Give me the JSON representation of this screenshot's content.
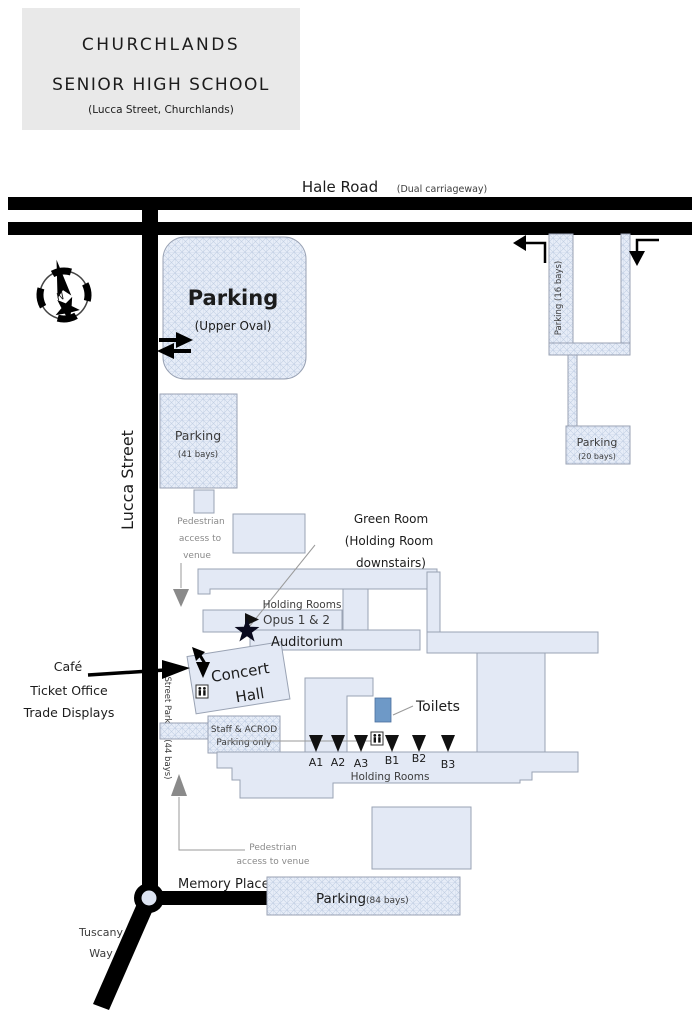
{
  "title": {
    "line1": "CHURCHLANDS",
    "line2": "SENIOR HIGH SCHOOL",
    "line3": "(Lucca Street, Churchlands)"
  },
  "roads": {
    "hale": "Hale Road",
    "hale_sub": "(Dual carriageway)",
    "lucca": "Lucca Street",
    "street_parking": "Street Parking (44 bays)",
    "memory": "Memory Place",
    "tuscany_line1": "Tuscany",
    "tuscany_line2": "Way"
  },
  "compass": {
    "north": "N"
  },
  "parking": {
    "upper_oval_title": "Parking",
    "upper_oval_sub": "(Upper Oval)",
    "p41_title": "Parking",
    "p41_sub": "(41 bays)",
    "p16_label": "Parking (16 bays)",
    "p20_title": "Parking",
    "p20_sub": "(20 bays)",
    "p84_title": "Parking",
    "p84_sub": "(84 bays)",
    "staff_line1": "Staff & ACROD",
    "staff_line2": "Parking only"
  },
  "venue": {
    "green_room_line1": "Green Room",
    "green_room_line2": "(Holding Room",
    "green_room_line3": "downstairs)",
    "holding_rooms_top": "Holding Rooms",
    "opus": "Opus 1 & 2",
    "auditorium": "Auditorium",
    "concert_line1": "Concert",
    "concert_line2": "Hall",
    "toilets": "Toilets",
    "holding_rooms_bottom": "Holding Rooms",
    "doors": [
      "A1",
      "A2",
      "A3",
      "B1",
      "B2",
      "B3"
    ]
  },
  "annotations": {
    "cafe_line1": "Café",
    "cafe_line2": "Ticket Office",
    "cafe_line3": "Trade Displays",
    "ped_top_line1": "Pedestrian",
    "ped_top_line2": "access to",
    "ped_top_line3": "venue",
    "ped_bottom_line1": "Pedestrian",
    "ped_bottom_line2": "access to venue"
  },
  "colors": {
    "road": "#000000",
    "building_fill": "#e3e9f5",
    "building_stroke": "#9aa3b4",
    "parking_hatch_bg": "#e7edf8",
    "parking_hatch_line": "#c2cfe4",
    "toilets_fill": "#6e99c7",
    "title_box_bg": "#e9e9e9",
    "annotation_gray": "#8a8a8a"
  }
}
